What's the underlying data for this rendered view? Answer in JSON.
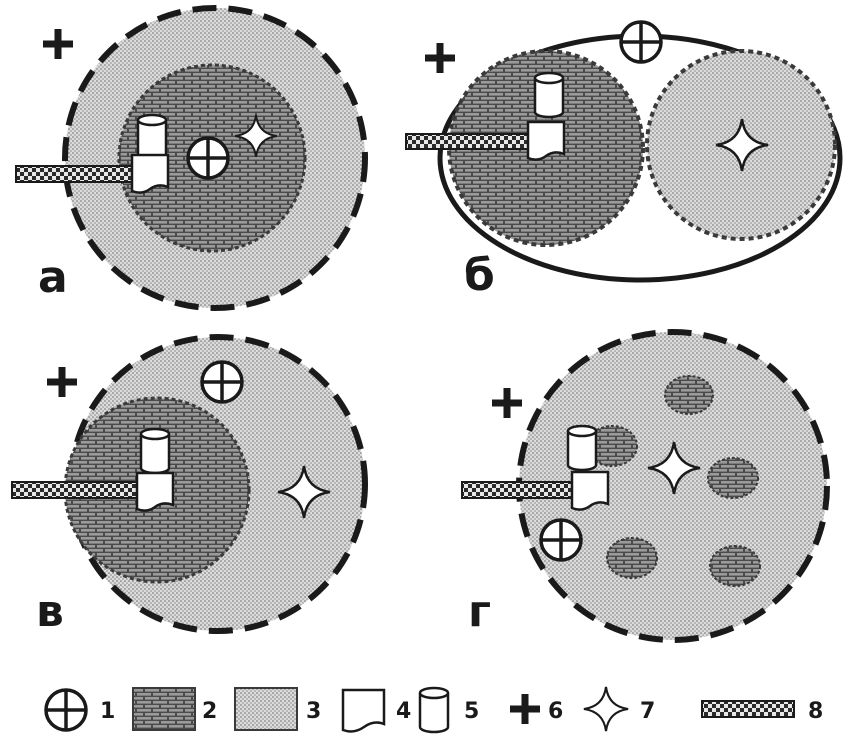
{
  "panels": {
    "a": {
      "label": "а"
    },
    "b": {
      "label": "б"
    },
    "c": {
      "label": "в"
    },
    "d": {
      "label": "г"
    }
  },
  "legend": {
    "items": [
      {
        "number": "1",
        "icon": "circle-cross-icon"
      },
      {
        "number": "2",
        "icon": "brick-pattern-swatch"
      },
      {
        "number": "3",
        "icon": "dot-stipple-swatch"
      },
      {
        "number": "4",
        "icon": "document-sheet-icon"
      },
      {
        "number": "5",
        "icon": "cylinder-icon"
      },
      {
        "number": "6",
        "icon": "plus-icon"
      },
      {
        "number": "7",
        "icon": "four-point-star-icon"
      },
      {
        "number": "8",
        "icon": "checker-bar-swatch"
      }
    ]
  },
  "colors": {
    "ink": "#1a1a1a",
    "brick_fill": "#5a5a5a",
    "stipple_fill": "#cfcfcf",
    "paper": "#ffffff"
  }
}
